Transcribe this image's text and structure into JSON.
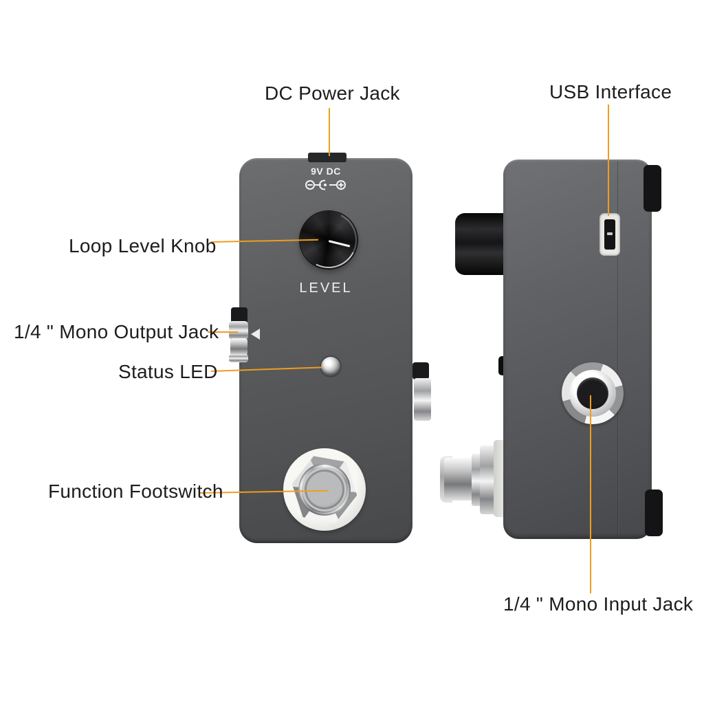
{
  "figure": {
    "type": "product-annotation-diagram",
    "subject": "mini guitar loop effect pedal, front view and side view"
  },
  "colors": {
    "background": "#ffffff",
    "accent_line": "#f09d1e",
    "pedal_body": "#58595b",
    "label_text": "#1d1d1e"
  },
  "callouts": [
    {
      "id": "dc-power-jack",
      "label": "DC Power Jack"
    },
    {
      "id": "usb-interface",
      "label": "USB Interface"
    },
    {
      "id": "loop-level-knob",
      "label": "Loop Level Knob"
    },
    {
      "id": "mono-output-jack",
      "label": "1/4 \" Mono Output Jack"
    },
    {
      "id": "status-led",
      "label": "Status LED"
    },
    {
      "id": "function-footswitch",
      "label": "Function Footswitch"
    },
    {
      "id": "mono-input-jack",
      "label": "1/4 \" Mono Input Jack"
    }
  ],
  "front_view": {
    "power_rating": "9V DC",
    "knob_caption": "LEVEL",
    "polarity_icon": "center-negative-polarity-icon"
  }
}
